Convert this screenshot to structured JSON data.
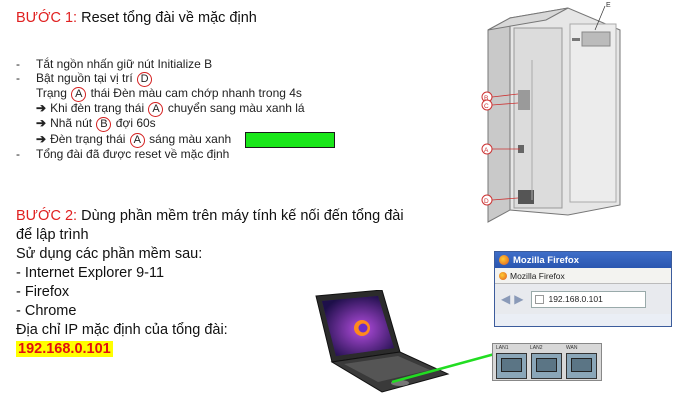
{
  "step1": {
    "label": "BƯỚC 1:",
    "title": "Reset tổng đài về mặc định",
    "items": [
      {
        "prefix": "-",
        "text": "Tắt ngồn nhấn giữ nút Initialize  B"
      },
      {
        "prefix": "-",
        "text_before": "Bật nguồn tại vị trí",
        "circle": "D",
        "text_after": ""
      },
      {
        "prefix": "",
        "text_before": "Trạng",
        "circle": "A",
        "text_after": "thái Đèn màu cam chớp nhanh trong 4s"
      },
      {
        "prefix": "➔",
        "text_before": "Khi đèn trạng thái",
        "circle": "A",
        "text_after": "chuyển sang màu xanh lá"
      },
      {
        "prefix": "➔",
        "text_before": "Nhã nút",
        "circle": "B",
        "text_after": "đợi 60s"
      },
      {
        "prefix": "➔",
        "text_before": "Đèn trạng thái",
        "circle": "A",
        "text_after": "sáng màu xanh"
      },
      {
        "prefix": "-",
        "text": "Tổng đài đã được reset về mặc định"
      }
    ],
    "green_color": "#19e619"
  },
  "step2": {
    "label": "BƯỚC 2:",
    "title_line1": "Dùng phần mềm trên máy tính kế nối đến tổng đài",
    "title_line2": "để lập trình",
    "intro": "Sử dụng các phần mềm sau:",
    "software": [
      "- Internet Explorer 9-11",
      "- Firefox",
      "- Chrome"
    ],
    "ip_label": "Địa chỉ IP mặc định của tổng đài:",
    "ip_value": "192.168.0.101"
  },
  "device": {
    "labels": [
      "E",
      "B",
      "C",
      "A",
      "D"
    ]
  },
  "browser": {
    "window_title": "Mozilla Firefox",
    "tab_title": "Mozilla Firefox",
    "url": "192.168.0.101"
  },
  "ports": {
    "labels": [
      "LAN1",
      "LAN2",
      "WAN"
    ]
  },
  "colors": {
    "step_label": "#e02020",
    "ip_highlight": "#ffff00",
    "ip_text": "#e01010",
    "cable": "#22dd22"
  }
}
